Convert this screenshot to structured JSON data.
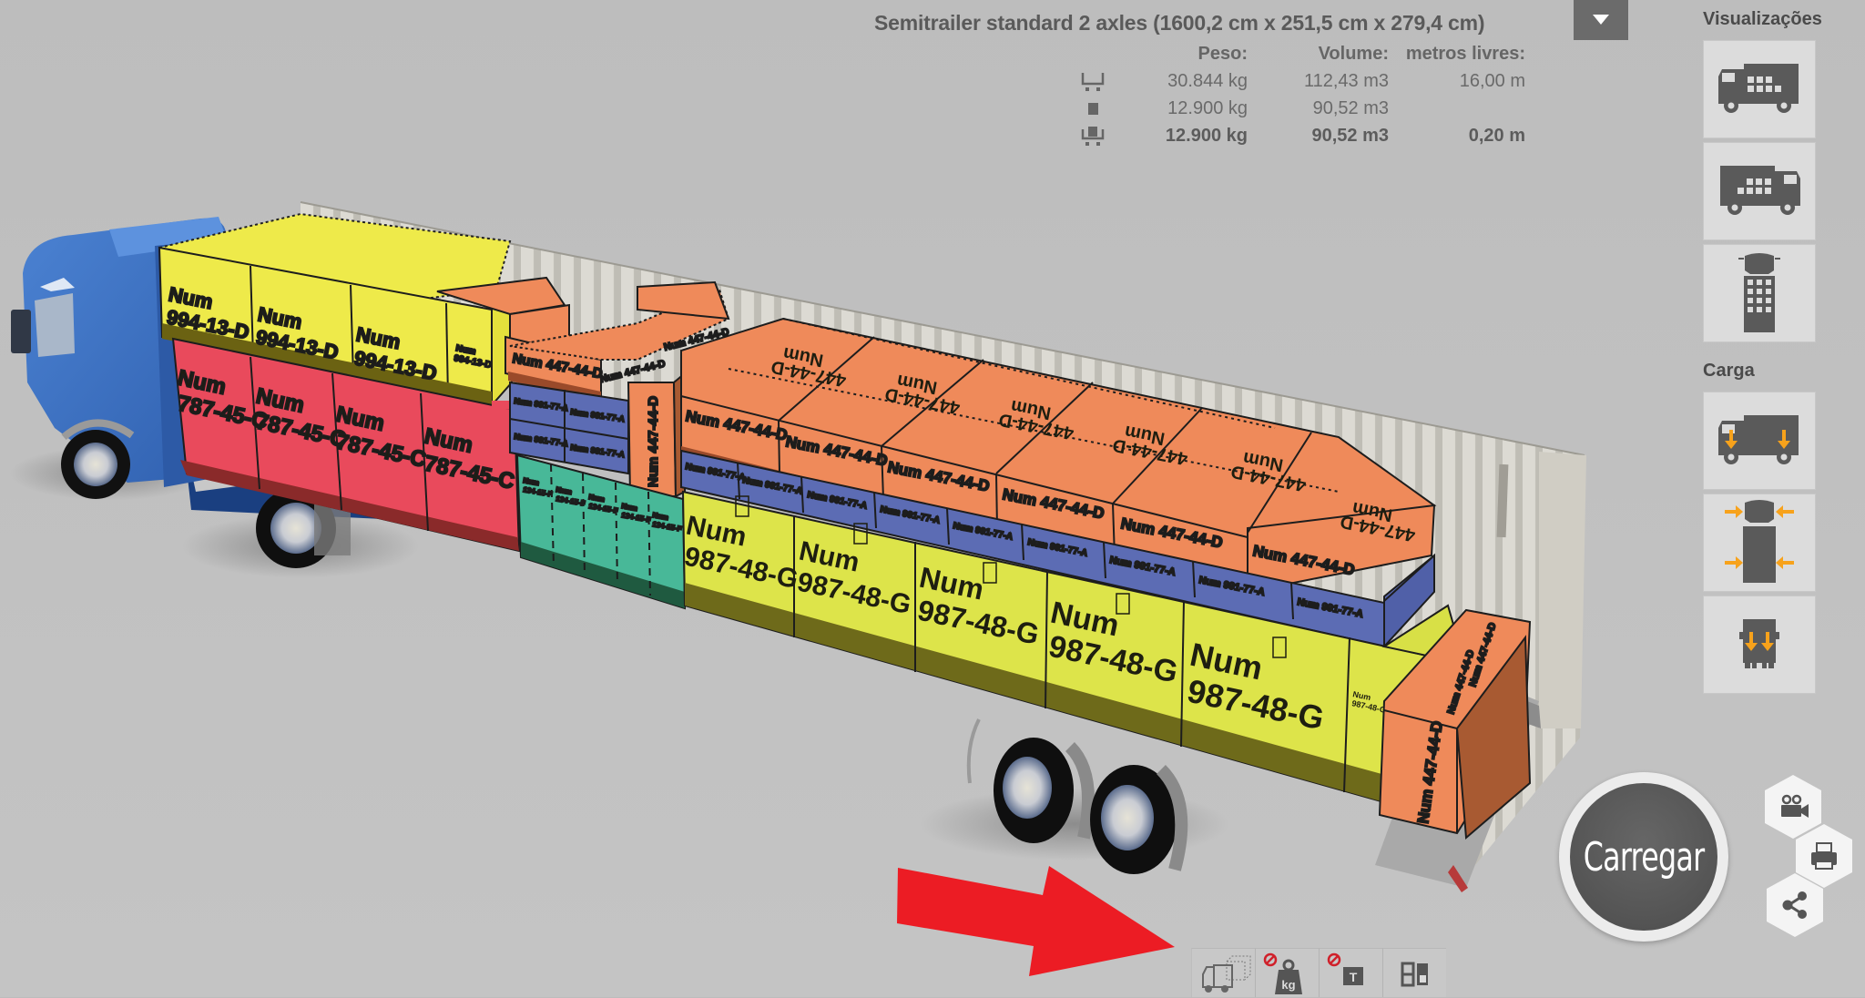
{
  "header": {
    "vehicle_title": "Semitrailer standard 2 axles (1600,2 cm x 251,5 cm x 279,4 cm)",
    "dropdown_icon": "triangle-down-icon"
  },
  "stats": {
    "columns": [
      "Peso:",
      "Volume:",
      "metros livres:"
    ],
    "rows": [
      {
        "icon": "trailer-capacity-icon",
        "weight": "30.844 kg",
        "volume": "112,43 m3",
        "free_meters": "16,00 m"
      },
      {
        "icon": "cargo-box-icon",
        "weight": "12.900 kg",
        "volume": "90,52 m3",
        "free_meters": ""
      },
      {
        "icon": "loaded-trailer-icon",
        "weight": "12.900 kg",
        "volume": "90,52 m3",
        "free_meters": "0,20 m"
      }
    ]
  },
  "sidebar": {
    "views_title": "Visualizações",
    "views": [
      {
        "name": "view-side-left",
        "icon": "truck-side-left-icon"
      },
      {
        "name": "view-side-right",
        "icon": "truck-side-right-icon"
      },
      {
        "name": "view-top",
        "icon": "truck-top-icon"
      }
    ],
    "load_title": "Carga",
    "load": [
      {
        "name": "load-axle-weight",
        "icon": "axle-load-icon"
      },
      {
        "name": "load-side-balance",
        "icon": "lateral-balance-icon"
      },
      {
        "name": "load-rear-weight",
        "icon": "rear-load-icon"
      }
    ]
  },
  "actions": {
    "load_button": "Carregar",
    "video_icon": "video-camera-icon",
    "print_icon": "printer-icon",
    "share_icon": "share-icon"
  },
  "toolbar": {
    "items": [
      {
        "name": "cargo-space-toggle",
        "icon": "truck-volume-icon"
      },
      {
        "name": "weight-limit-toggle",
        "icon": "weight-kg-icon",
        "label": "kg",
        "disabled_badge": true
      },
      {
        "name": "text-label-toggle",
        "icon": "text-t-icon",
        "label": "T",
        "disabled_badge": true
      },
      {
        "name": "layout-split-toggle",
        "icon": "split-layout-icon"
      }
    ]
  },
  "scene": {
    "cargo_labels": {
      "yellow_top": "Num\n994-13-D",
      "red": "Num\n787-45-C",
      "orange": "Num 447-44-D",
      "blue": "Num 991-77-A",
      "teal": "Num\n134-15-F",
      "yellow_big": "Num\n987-48-G"
    },
    "colors": {
      "yellow_top": "#eeea4a",
      "red": "#e94a5c",
      "orange": "#ef8a5a",
      "blue": "#5c6cb4",
      "teal": "#48b898",
      "yellow_big": "#dde44a",
      "cab_blue": "#3a6ec0",
      "arrow_red": "#ec1c24"
    }
  }
}
